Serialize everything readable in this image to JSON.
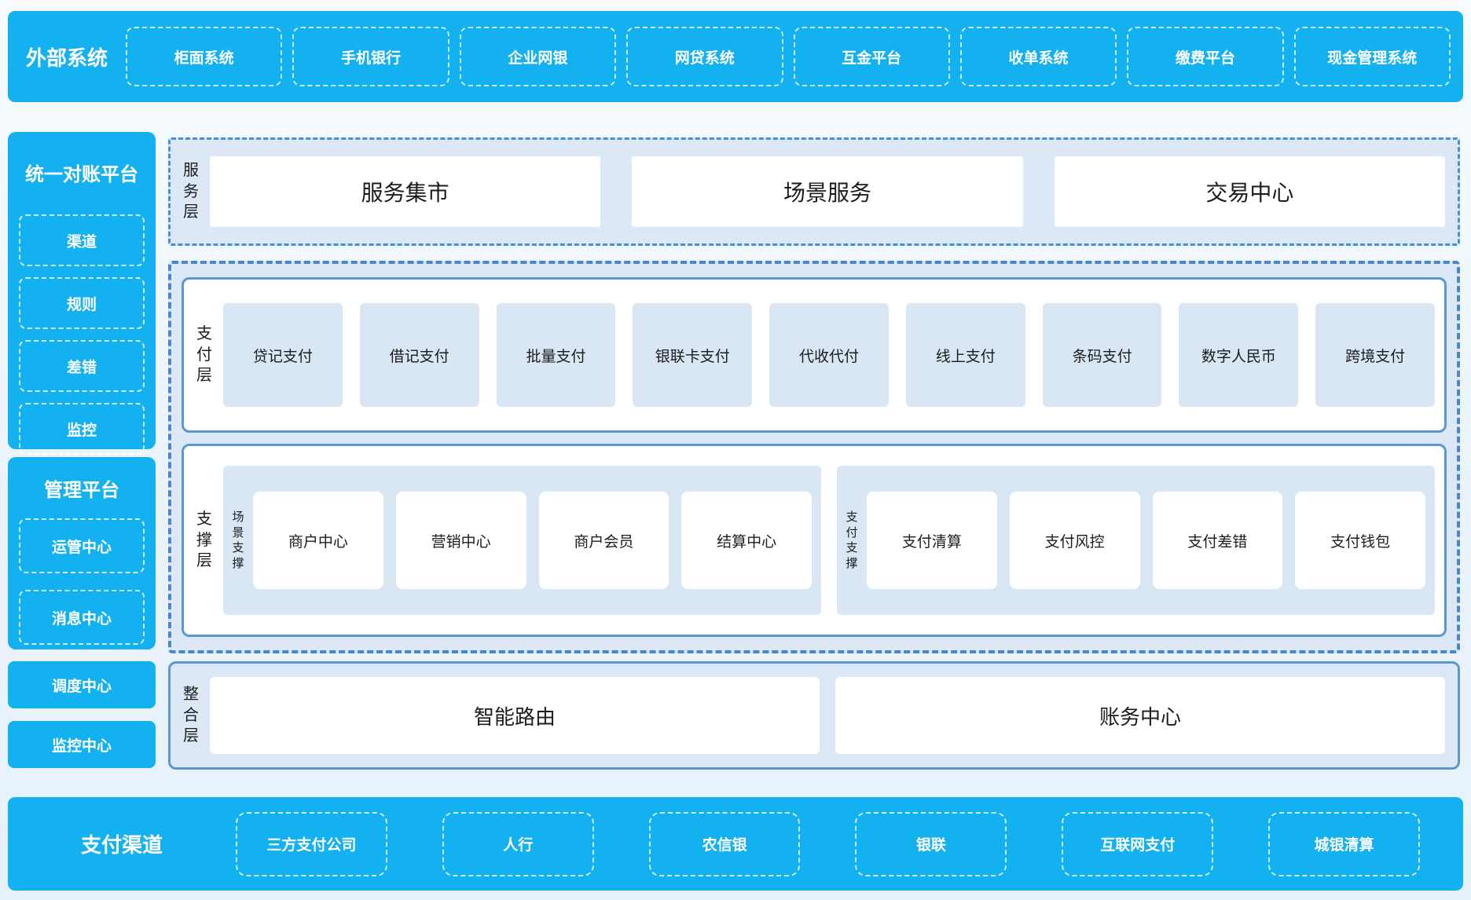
{
  "colors": {
    "accent_blue": "#14b1f0",
    "panel_light_blue": "#dce8f5",
    "inner_light_blue": "#d9e6f3",
    "solid_border_blue": "#5b97d0",
    "dashed_border_blue": "#4a86c8",
    "text_dark": "#1c1c1c",
    "text_light": "#ffffff"
  },
  "top_bar": {
    "label": "外部系统",
    "items": [
      "柜面系统",
      "手机银行",
      "企业网银",
      "网贷系统",
      "互金平台",
      "收单系统",
      "缴费平台",
      "现金管理系统"
    ]
  },
  "sidebar": {
    "panel1": {
      "title": "统一对账平台",
      "items": [
        "渠道",
        "规则",
        "差错",
        "监控"
      ]
    },
    "panel2": {
      "title": "管理平台",
      "items": [
        "运管中心",
        "消息中心"
      ]
    },
    "solo_items": [
      "调度中心",
      "监控中心"
    ]
  },
  "layers": {
    "service": {
      "label": "服务层",
      "items": [
        "服务集市",
        "场景服务",
        "交易中心"
      ]
    },
    "payment": {
      "label": "支付层",
      "items": [
        "贷记支付",
        "借记支付",
        "批量支付",
        "银联卡支付",
        "代收代付",
        "线上支付",
        "条码支付",
        "数字人民币",
        "跨境支付"
      ]
    },
    "support": {
      "label": "支撑层",
      "groups": [
        {
          "label": "场景支撑",
          "items": [
            "商户中心",
            "营销中心",
            "商户会员",
            "结算中心"
          ]
        },
        {
          "label": "支付支撑",
          "items": [
            "支付清算",
            "支付风控",
            "支付差错",
            "支付钱包"
          ]
        }
      ]
    },
    "integration": {
      "label": "整合层",
      "items": [
        "智能路由",
        "账务中心"
      ]
    }
  },
  "bottom_bar": {
    "label": "支付渠道",
    "items": [
      "三方支付公司",
      "人行",
      "农信银",
      "银联",
      "互联网支付",
      "城银清算"
    ]
  }
}
